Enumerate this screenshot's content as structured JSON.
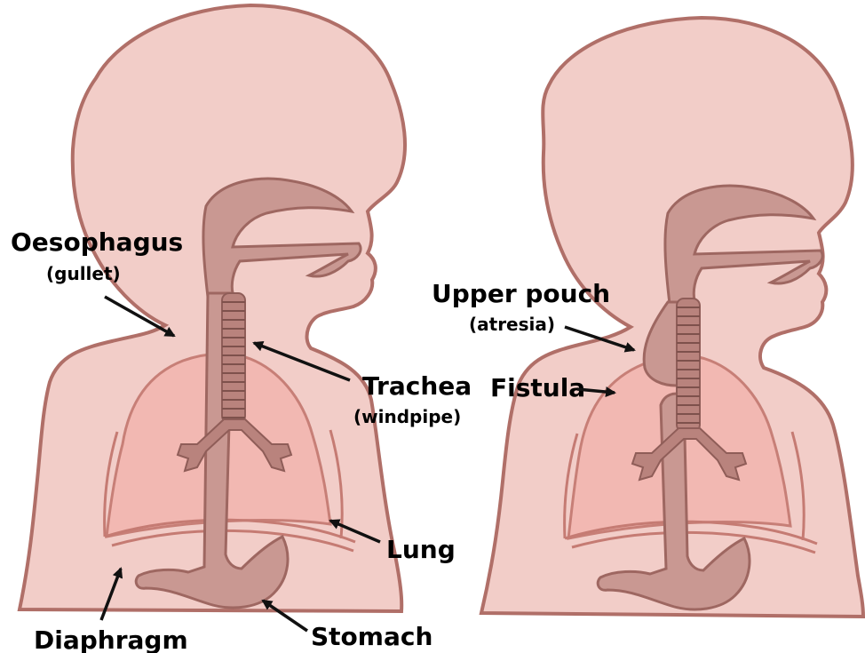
{
  "labels": {
    "oesophagus": "Oesophagus",
    "oesophagus_sub": "(gullet)",
    "trachea": "Trachea",
    "trachea_sub": "(windpipe)",
    "lung": "Lung",
    "diaphragm": "Diaphragm",
    "stomach": "Stomach",
    "upper_pouch": "Upper pouch",
    "upper_pouch_sub": "(atresia)",
    "fistula": "Fistula"
  },
  "colors": {
    "skin": "#f2cdc8",
    "outline": "#b06f68",
    "lung": "#f3b7b1",
    "tube": "#c99892"
  }
}
